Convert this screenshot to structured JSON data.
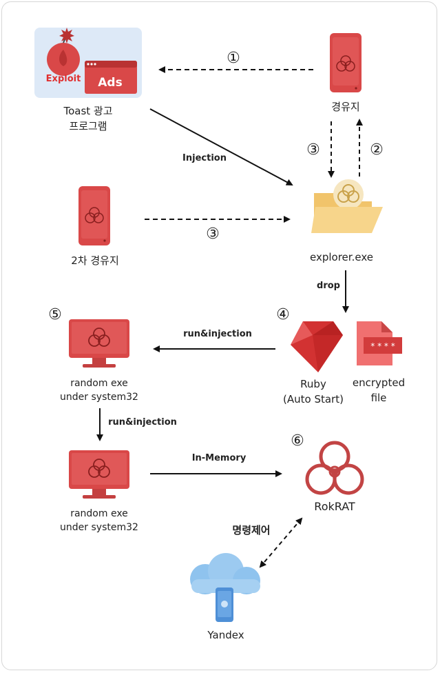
{
  "nodes": {
    "toast_ad": {
      "label_line1": "Toast 광고",
      "label_line2": "프로그램",
      "exploit_text": "Exploit",
      "ads_text": "Ads"
    },
    "relay1": {
      "label": "경유지"
    },
    "relay2": {
      "label": "2차 경유지"
    },
    "explorer": {
      "label": "explorer.exe"
    },
    "ruby": {
      "label_line1": "Ruby",
      "label_line2": "(Auto Start)"
    },
    "encrypted": {
      "label_line1": "encrypted",
      "label_line2": "file",
      "mask": "* * * *"
    },
    "random1": {
      "label_line1": "random exe",
      "label_line2": "under system32"
    },
    "random2": {
      "label_line1": "random exe",
      "label_line2": "under system32"
    },
    "rokrat": {
      "label": "RokRAT"
    },
    "yandex": {
      "label": "Yandex"
    }
  },
  "edges": {
    "injection": "Injection",
    "drop": "drop",
    "run_injection_1": "run&injection",
    "run_injection_2": "run&injection",
    "in_memory": "In-Memory",
    "command_control": "명령제어"
  },
  "steps": {
    "s1": "①",
    "s2": "②",
    "s3a": "③",
    "s3b": "③",
    "s4": "④",
    "s5": "⑤",
    "s6": "⑥"
  },
  "colors": {
    "red": "#d94848",
    "dark_red": "#b93232",
    "ad_panel": "#dde9f7",
    "folder": "#f7d58b",
    "cloud": "#8fc3ee",
    "arrow": "#111111"
  }
}
